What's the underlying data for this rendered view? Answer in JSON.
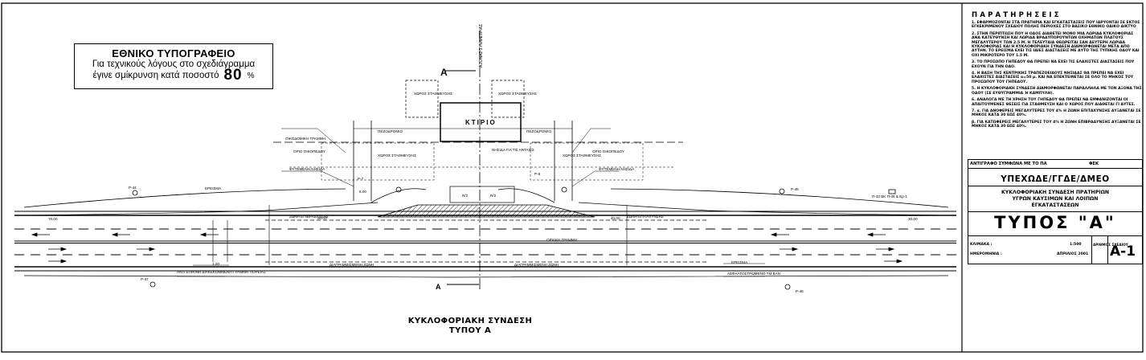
{
  "stamp": {
    "title": "ΕΘΝΙΚΟ ΤΥΠΟΓΡΑΦΕΙΟ",
    "line1": "Για τεχνικούς λόγους στο σχεδιάγραμμα",
    "line2": "έγινε σμίκρυνση κατά ποσοστό",
    "percent": "80",
    "percent_sign": "%"
  },
  "caption": {
    "line1": "ΚΥΚΛΟΦΟΡΙΑΚΗ ΣΥΝΔΕΣΗ",
    "line2": "ΤΥΠΟΥ Α"
  },
  "section_marks": {
    "top": "Α",
    "bottom": "Α"
  },
  "labels": {
    "building": "ΚΤΙΡΙΟ",
    "axis_label": "ΑΞΟΝΑΣ ΣΥΜΜΕΤΡΙΑΣ",
    "parking_left": "ΧΩΡΟΣ ΣΤΑΘΜΕΥΣΗΣ",
    "parking_right": "ΧΩΡΟΣ ΣΤΑΘΜΕΥΣΗΣ",
    "pedestrian_left": "ΠΕΖΟΔΡΟΜΙΟ",
    "pedestrian_right": "ΠΕΖΟΔΡΟΜΙΟ",
    "building_line": "ΟΙΚΟΔΟΜΙΚΗ ΓΡΑΜΜΗ",
    "plot_left": "ΟΡΙΟ ΟΙΚΟΠΕΔΟΥ",
    "plot_right": "ΟΡΙΟ ΟΙΚΟΠΕΔΟΥ",
    "parking_mid_left": "ΧΩΡΟΣ ΣΤΑΘΜΕΥΣΗΣ",
    "parking_mid_right": "ΧΩΡΟΣ ΣΤΑΘΜΕΥΣΗΣ",
    "planted_left": "ΦΥΤΕΜΕΝΗ ΝΗΣΙΔΑ",
    "planted_right": "ΦΥΤΕΜΕΝΗ ΝΗΣΙΔΑ",
    "island": "ΝΗΣΙΔΑ ΓΙΑ ΤΙΣ ΑΝΤΛΙΕΣ",
    "shoulder_left": "ΕΡΕΙΣΜΑ",
    "shoulder_right": "ΕΡΕΙΣΜΑ",
    "decel": "ΖΩΝΗ ΕΠΙΒΡΑΔΥΝΣΗΣ",
    "accel": "ΖΩΝΗ ΕΠΙΤΑΧΥΝΣΗΣ",
    "lane_change_left": "ΔΙΑΓΡΑΜΜΙΣΜΕΝΗ ΖΩΝΗ",
    "lane_change_right": "ΔΙΑΓΡΑΜΜΙΣΜΕΝΗ ΖΩΝΗ",
    "edge_line": "ΟΡΙΑΚΗ ΓΡΑΜΜΗ",
    "broken_edge": "ΔΙΑΚΕΚΟΜΜΕΝΗ ΓΡΑΜΜΗ",
    "discont_line": "ΑΝΤΙ ΕΠΙΚΙΝΗ ΔΙΑΚΕΚΟΜΜΕΝΗ ΓΡΑΜΜΗ ΠΟΡΕΙΑΣ",
    "shoulder_asph": "ΑΣΦΑΛΤΟΣΤΡΩΜΕΝΟ ΤΜ ΒΑΝ",
    "p44": "Ρ-44",
    "p45": "Ρ-45",
    "p46": "Ρ-46",
    "p47": "Ρ-47",
    "p7": "Ρ-7",
    "p8": "Ρ-8",
    "p33": "Π-33 ΒΚ Π-46 & Ερ-1",
    "d1": "90.00",
    "d2": "40.00",
    "d3": "70.00",
    "d4": "30.00",
    "d5": "6.00",
    "d6": "1.20",
    "d7": "R/2",
    "d8": "R/2"
  },
  "notes": {
    "heading": "ΠΑΡΑΤΗΡΗΣΕΙΣ",
    "items": [
      "1. ΕΦΑΡΜΟΖΟΝΤΑΙ ΣΤΑ ΠΡΑΤΗΡΙΑ ΚΑΙ ΕΓΚΑΤΑΣΤΑΣΕΙΣ ΠΟΥ ΙΔΡΥΟΝΤΑΙ ΣΕ ΕΚΤΟΣ ΕΓΚΕΚΡΙΜΕΝΟΥ ΣΧΕΔΙΟΥ ΠΟΛΗΣ ΠΕΡΙΟΧΕΣ ΣΤΟ ΒΑΣΙΚΟ ΕΘΝΙΚΟ ΟΔΙΚΟ ΔΙΚΤΥΟ",
      "2. ΣΤΗΝ ΠΕΡΙΠΤΩΣΗ ΠΟΥ Η ΟΔΟΣ ΔΙΑΘΕΤΕΙ ΜΟΝΟ ΜΙΑ ΛΩΡΙΔΑ ΚΥΚΛΟΦΟΡΙΑΣ ΑΝΑ ΚΑΤΕΥΘΥΝΣΗ ΚΑΙ ΛΩΡΙΔΑ ΒΡΑΔΥΠΟΡΟΥΝΤΩΝ ΟΧΗΜΑΤΩΝ ΠΛΑΤΟΥΣ ΜΕΓΑΛΥΤΕΡΟΥ ΤΩΝ 2.5 Μ. Η ΤΕΛΕΥΤΑΙΑ ΘΕΩΡΕΙΤΑΙ ΣΑΝ ΔΕΥΤΕΡΗ ΛΩΡΙΔΑ ΚΥΚΛΟΦΟΡΙΑΣ ΚΑΙ Η ΚΥΚΛΟΦΟΡΙΑΚΗ ΣΥΝΔΕΣΗ ΔΙΑΜΟΡΦΩΝΕΤΑΙ ΜΕΤΑ ΑΠΟ ΑΥΤΗΝ. ΤΟ ΕΡΕΙΣΜΑ ΕΧΕΙ ΤΙΣ ΙΔΙΕΣ ΔΙΑΣΤΑΣΕΙΣ ΜΕ ΑΥΤΟ ΤΗΣ ΤΥΠΙΚΗΣ ΟΔΟΥ ΚΑΙ ΟΧΙ ΜΙΚΡΟΤΕΡΟ ΤΟΥ 1.5 Μ.",
      "3. ΤΟ ΠΡΟΣΩΠΟ ΓΗΠΕΔΟΥ ΘΑ ΠΡΕΠΕΙ ΝΑ ΕΧΕΙ ΤΙΣ ΕΛΑΧΙΣΤΕΣ ΔΙΑΣΤΑΣΕΙΣ ΠΟΥ ΕΧΟΥΝ ΓΙΑ ΤΗΝ ΟΔΟ.",
      "4. Η ΒΑΣΗ ΤΗΣ ΚΕΝΤΡΙΚΗΣ ΤΡΑΠΕΖΟΕΙΔΟΥΣ ΝΗΣΙΔΑΣ ΘΑ ΠΡΕΠΕΙ ΝΑ ΕΧΕΙ ΕΛΑΧΙΣΤΕΣ ΔΙΑΣΤΑΣΕΙΣ α=50 μ. ΚΑΙ ΝΑ ΕΠΕΚΤΕΙΝΕΤΑΙ ΣΕ ΟΛΟ ΤΟ ΜΗΚΟΣ ΤΟΥ ΠΡΟΣΩΠΟΥ ΤΟΥ ΓΗΠΕΔΟΥ.",
      "5. Η ΚΥΚΛΟΦΟΡΙΑΚΗ ΣΥΝΔΕΣΗ ΔΙΑΜΟΡΦΩΝΕΤΑΙ ΠΑΡΑΛΛΗΛΑ ΜΕ ΤΟΝ ΑΞΟΝΑ ΤΗΣ ΟΔΟΥ (ΣΕ ΕΥΘΥΓΡΑΜΜΙΑ Ή ΚΑΜΠΥΛΗ).",
      "6. ΑΝΑΛΟΓΑ ΜΕ ΤΗ ΧΡΗΣΗ ΤΟΥ ΓΗΠΕΔΟΥ ΘΑ ΠΡΕΠΕΙ ΝΑ ΕΜΦΑΝΙΖΟΝΤΑΙ ΟΙ ΑΠΑΙΤΟΥΜΕΝΕΣ ΘΕΣΕΙΣ ΓΙΑ ΣΤΑΘΜΕΥΣΗ ΚΑΙ Ο ΧΩΡΟΣ ΠΟΥ ΔΙΑΘΕΤΑΙ ΓΙ ΑΥΤΕΣ.",
      "7. α. ΓΙΑ ΑΝΟΦΕΡΕΙΣ ΜΕΓΑΛΥΤΕΡΕΣ ΤΟΥ 4% Η ΖΩΝΗ ΕΠΙΤΑΧΥΝΣΗΣ ΑΥΞΑΝΕΤΑΙ ΣΕ ΜΗΚΟΣ ΚΑΤΑ 30 ΕΩΣ 40%.",
      "β. ΓΙΑ ΚΑΤΩΦΕΡΕΙΣ ΜΕΓΑΛΥΤΕΡΕΣ ΤΟΥ 4% Η ΖΩΝΗ ΕΠΙΒΡΑΔΥΝΣΗΣ ΑΥΞΑΝΕΤΑΙ ΣΕ ΜΗΚΟΣ ΚΑΤΑ 30 ΕΩΣ 40%."
    ]
  },
  "title_block": {
    "copy_line": "ΑΝΤΙΓΡΑΦΟ ΣΥΜΦΩΝΑ ΜΕ ΤΟ ΠΑ",
    "copy_right": "ΦΕΚ",
    "org": "ΥΠΕΧΩΔΕ/ΓΓΔΕ/ΔΜΕΟ",
    "sub1": "ΚΥΚΛΟΦΟΡΙΑΚΗ ΣΥΝΔΕΣΗ ΠΡΑΤΗΡΙΩΝ",
    "sub2": "ΥΓΡΩΝ ΚΑΥΣΙΜΩΝ ΚΑΙ ΛΟΙΠΩΝ",
    "sub3": "ΕΓΚΑΤΑΣΤΑΣΕΩΝ",
    "type": "ΤΥΠΟΣ \"Α\"",
    "scale_label": "ΚΛΙΜΑΚΑ :",
    "scale_value": "1:500",
    "date_label": "ΗΜΕΡΟΜΗΝΙΑ :",
    "date_value": "ΑΠΡΙΛΙΟΣ 2001",
    "sheet_label": "ΑΡΙΘΜΟΣ ΣΧΕΔΙΟΥ",
    "code": "Α-1"
  }
}
